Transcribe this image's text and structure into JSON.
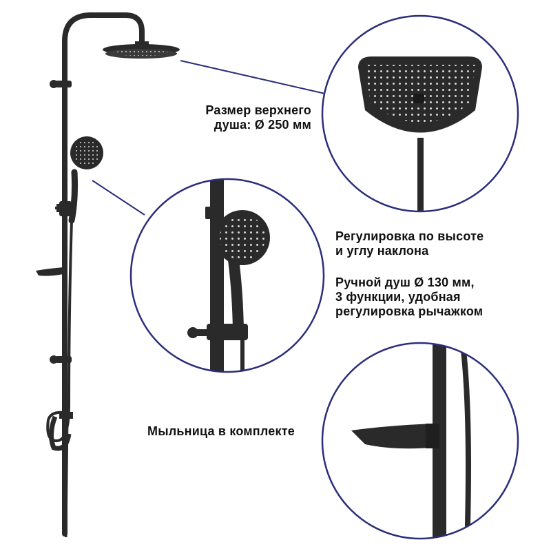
{
  "captions": {
    "top_shower": [
      "Размер верхнего",
      "душа: Ø 250 мм"
    ],
    "height_adjust": [
      "Регулировка по высоте",
      "и углу наклона"
    ],
    "hand_shower": [
      "Ручной душ Ø 130 мм,",
      "3 функции, удобная",
      "регулировка рычажком"
    ],
    "soap_dish": "Мыльница в комплекте"
  },
  "colors": {
    "background": "#ffffff",
    "text": "#111111",
    "circle_border": "#2b2e7a",
    "product": "#2a2a2a",
    "product_highlight": "#4a4a4a"
  },
  "icons": [
    "shower-system-icon",
    "rain-showerhead-icon",
    "hand-shower-icon",
    "soap-dish-icon"
  ]
}
